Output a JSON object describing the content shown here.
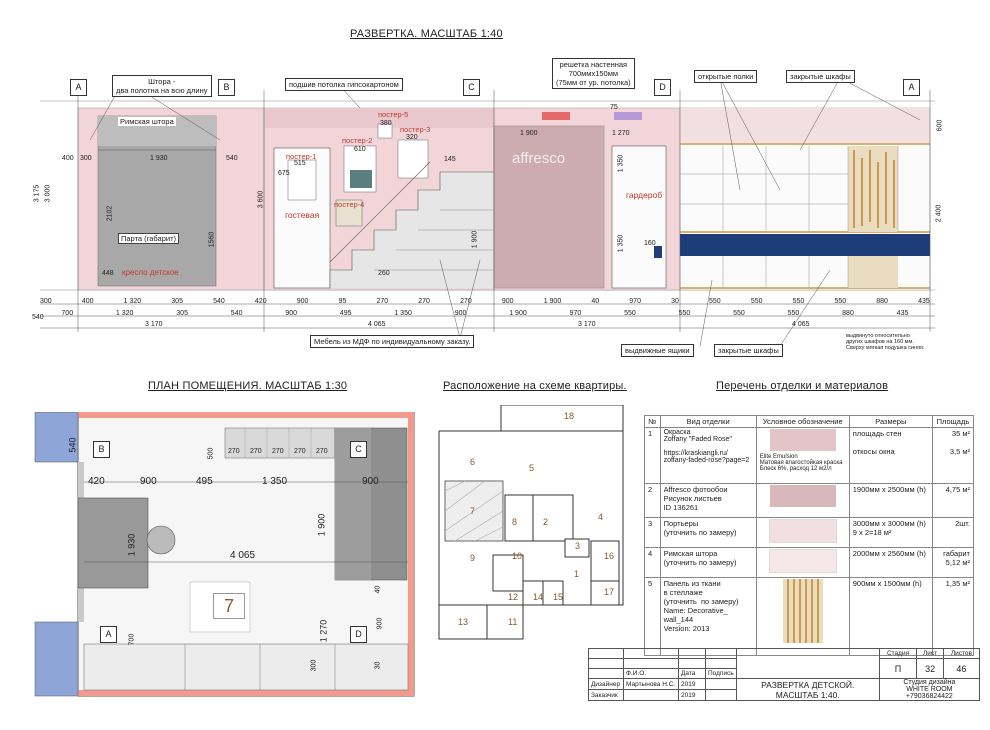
{
  "titles": {
    "elevation": "РАЗВЕРТКА. МАСШТАБ 1:40",
    "plan": "ПЛАН ПОМЕЩЕНИЯ. МАСШТАБ 1:30",
    "location": "Расположение на схеме квартиры.",
    "finishes": "Перечень отделки и  материалов"
  },
  "markers": {
    "A": "A",
    "B": "B",
    "C": "C",
    "D": "D"
  },
  "elevation": {
    "callouts": {
      "curtain": "Штора -\nдва полотна на всю длину",
      "ceiling": "подшив потолка гипсокартоном",
      "grille": "решетка настенная\n700ммх150мм\n(75мм от ур. потолка)",
      "open_shelves": "открытые полки",
      "closed_cabinets": "закрытые шкафы",
      "furniture": "Мебель из МДФ по индивидуальному заказу.",
      "drawers": "выдвижные ящики",
      "closed_cabinets2": "закрытые шкафы",
      "note": "выдвинуто относительно\nдругих шкафов на 160 мм.\nСверху мягкая подушка синяя."
    },
    "labels": {
      "roman": "Римская штора",
      "desk": "Парта (габарит)",
      "chair": "кресло детское",
      "guest": "гостевая",
      "wardrobe": "гардероб",
      "p1": "постер-1",
      "p2": "постер-2",
      "p3": "постер-3",
      "p4": "постер-4",
      "p5": "постер-5",
      "affresco": "affresco"
    },
    "dims_row1": [
      "300",
      "400",
      "1 320",
      "305",
      "540",
      "420",
      "900",
      "95",
      "270",
      "270",
      "270",
      "900",
      "1 900",
      "40",
      "970",
      "30",
      "550",
      "550",
      "550",
      "550",
      "880",
      "435"
    ],
    "dims_row2": [
      "700",
      "1 320",
      "305",
      "540",
      "900",
      "495",
      "1 350",
      "900",
      "1 900",
      "970",
      "550",
      "550",
      "550",
      "550",
      "880",
      "435"
    ],
    "dims_row3": [
      "3 170",
      "4 065",
      "3 170",
      "4 065"
    ],
    "dims_left": [
      "3 175",
      "3 000",
      "540"
    ],
    "dims_right": [
      "600",
      "2 400"
    ],
    "dims_misc": [
      "400",
      "1 930",
      "540",
      "300",
      "1 900",
      "1 270",
      "515",
      "610",
      "320",
      "380",
      "675",
      "145",
      "2102",
      "1560",
      "448",
      "3 600",
      "1 350",
      "1 350",
      "1 900",
      "160",
      "75",
      "260"
    ]
  },
  "plan": {
    "room_no": "7",
    "dims": [
      "540",
      "420",
      "900",
      "495",
      "1 350",
      "900",
      "500",
      "270",
      "270",
      "270",
      "270",
      "270",
      "1 930",
      "4 065",
      "1 900",
      "40",
      "700",
      "1 270",
      "900",
      "300",
      "30"
    ]
  },
  "apartment_rooms": [
    "18",
    "6",
    "5",
    "7",
    "8",
    "2",
    "4",
    "9",
    "10",
    "3",
    "16",
    "1",
    "12",
    "14",
    "15",
    "17",
    "13",
    "11"
  ],
  "finishes_table": {
    "headers": [
      "№",
      "Вид отделки",
      "Условное обозначение",
      "Размеры",
      "Площадь"
    ],
    "rows": [
      {
        "n": "1",
        "kind": "Окраска\nZoffany \"Faded Rose\"\n\nhttps://kraskiangli.ru/\nzoffany-faded-rose?page=2",
        "legend": "Elite Emulsion\nМатовая влагостойкая краска\nБлеск 6%, расход 12 м2/л",
        "size": "площадь стен\n\nоткосы окна",
        "area": "35 м²\n\n3,5 м²",
        "color": "#e4c4c8"
      },
      {
        "n": "2",
        "kind": "Affresco фотообои\nРисунок листьев\nID 136261",
        "legend": "",
        "size": "1900мм х 2500мм (h)",
        "area": "4,75 м²",
        "color": "#d9b7bb"
      },
      {
        "n": "3",
        "kind": "Портьеры\n(уточнить по замеру)",
        "legend": "",
        "size": "3000мм х 3000мм (h)\n9 х 2=18 м²",
        "area": "2шт.",
        "color": "#f2dfe2"
      },
      {
        "n": "4",
        "kind": "Римская штора\n(уточнить по замеру)",
        "legend": "",
        "size": "2000мм х 2560мм (h)",
        "area": "габарит\n5,12 м²",
        "color": "#f6e8ea"
      },
      {
        "n": "5",
        "kind": "Панель из ткани\nв стеллаже\n(уточнить  по замеру)\nName: Decorative_\nwall_144\nVersion: 2013",
        "legend": "",
        "size": "900мм х 1500мм (h)",
        "area": "1,35 м²",
        "color": "#c9a35a"
      }
    ]
  },
  "stamp": {
    "stage_h": "Стадия",
    "sheet_h": "Лист",
    "sheets_h": "Листов",
    "stage": "П",
    "sheet": "32",
    "sheets": "46",
    "fio": "Ф.И.О.",
    "date": "Дата",
    "sign": "Подпись",
    "designer": "Дизайнер",
    "designer_name": "Мартынова Н.С.",
    "year1": "2019",
    "customer": "Заказчик",
    "year2": "2019",
    "title": "РАЗВЕРТКА ДЕТСКОЙ.\nМАСШТАБ 1:40.",
    "studio": "Студия дизайна\nWHITE ROOM\n+79036824422"
  }
}
